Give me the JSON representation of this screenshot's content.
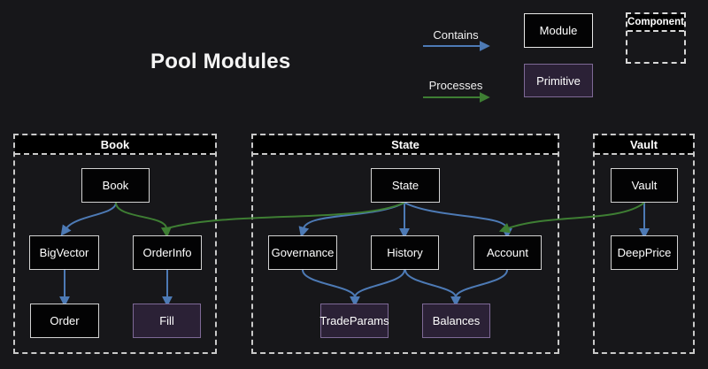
{
  "page": {
    "title": "Pool Modules"
  },
  "legend": {
    "contains_label": "Contains",
    "processes_label": "Processes",
    "module_label": "Module",
    "primitive_label": "Primitive",
    "component_label": "Component"
  },
  "colors": {
    "background": "#17171a",
    "contains_edge_blue": "#4d7ab5",
    "processes_edge_green": "#3e7e33",
    "module_fill": "#030304",
    "module_border": "#d2d2d2",
    "primitive_fill": "#2b2136",
    "primitive_border": "#7e6996",
    "component_dash": "#c9c9c9",
    "text": "#ffffff"
  },
  "containers": {
    "book": {
      "label": "Book"
    },
    "state": {
      "label": "State"
    },
    "vault": {
      "label": "Vault"
    }
  },
  "nodes": {
    "book": "Book",
    "bigvector": "BigVector",
    "orderinfo": "OrderInfo",
    "order": "Order",
    "fill": "Fill",
    "state": "State",
    "governance": "Governance",
    "history": "History",
    "account": "Account",
    "tradeparams": "TradeParams",
    "balances": "Balances",
    "vault": "Vault",
    "deepprice": "DeepPrice"
  },
  "edges": {
    "contains": [
      {
        "from": "Book",
        "to": "BigVector"
      },
      {
        "from": "BigVector",
        "to": "Order"
      },
      {
        "from": "OrderInfo",
        "to": "Fill"
      },
      {
        "from": "State",
        "to": "Governance"
      },
      {
        "from": "State",
        "to": "History"
      },
      {
        "from": "State",
        "to": "Account"
      },
      {
        "from": "Governance",
        "to": "TradeParams"
      },
      {
        "from": "History",
        "to": "TradeParams"
      },
      {
        "from": "History",
        "to": "Balances"
      },
      {
        "from": "Account",
        "to": "Balances"
      },
      {
        "from": "Vault",
        "to": "DeepPrice"
      }
    ],
    "processes": [
      {
        "from": "Book",
        "to": "OrderInfo"
      },
      {
        "from": "State",
        "to": "OrderInfo"
      },
      {
        "from": "Vault",
        "to": "Account"
      }
    ]
  }
}
